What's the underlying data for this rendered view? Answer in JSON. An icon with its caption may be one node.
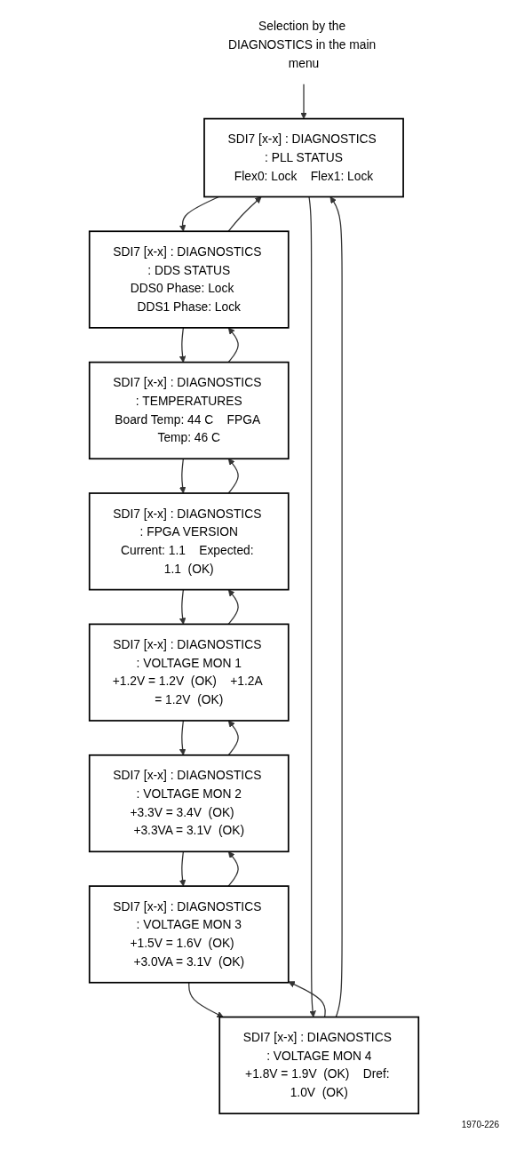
{
  "diagram": {
    "nodes": [
      {
        "text": [
          "Selection by the DIAGNOSTICS in the main menu"
        ]
      },
      {
        "text": [
          "SDI7 [x-x] : DIAGNOSTICS : PLL STATUS",
          "Flex0: Lock    Flex1: Lock"
        ]
      },
      {
        "text": [
          "SDI7 [x-x] : DIAGNOSTICS : DDS STATUS",
          "DDS0 Phase: Lock    DDS1 Phase: Lock"
        ]
      },
      {
        "text": [
          "SDI7 [x-x] : DIAGNOSTICS : TEMPERATURES",
          "Board Temp: 44 C    FPGA Temp: 46 C"
        ]
      },
      {
        "text": [
          "SDI7 [x-x] : DIAGNOSTICS : FPGA VERSION",
          "Current: 1.1    Expected: 1.1  (OK)"
        ]
      },
      {
        "text": [
          "SDI7 [x-x] : DIAGNOSTICS : VOLTAGE MON 1",
          "+1.2V = 1.2V  (OK)    +1.2A = 1.2V  (OK)"
        ]
      },
      {
        "text": [
          "SDI7 [x-x] : DIAGNOSTICS : VOLTAGE MON 2",
          "+3.3V = 3.4V  (OK)    +3.3VA = 3.1V  (OK)"
        ]
      },
      {
        "text": [
          "SDI7 [x-x] : DIAGNOSTICS : VOLTAGE MON 3",
          "+1.5V = 1.6V  (OK)    +3.0VA = 3.1V  (OK)"
        ]
      },
      {
        "text": [
          "SDI7 [x-x] : DIAGNOSTICS : VOLTAGE MON 4",
          "+1.8V = 1.9V  (OK)    Dref: 1.0V  (OK)"
        ]
      }
    ],
    "edges": [
      {
        "from": 0,
        "to": 1,
        "arrow": "to"
      },
      {
        "from": 1,
        "to": 2,
        "arrow": "to"
      },
      {
        "from": 2,
        "to": 1,
        "arrow": "to"
      },
      {
        "from": 2,
        "to": 3,
        "arrow": "to"
      },
      {
        "from": 3,
        "to": 2,
        "arrow": "to"
      },
      {
        "from": 3,
        "to": 4,
        "arrow": "to"
      },
      {
        "from": 4,
        "to": 3,
        "arrow": "to"
      },
      {
        "from": 4,
        "to": 5,
        "arrow": "to"
      },
      {
        "from": 5,
        "to": 4,
        "arrow": "to"
      },
      {
        "from": 5,
        "to": 6,
        "arrow": "to"
      },
      {
        "from": 6,
        "to": 5,
        "arrow": "to"
      },
      {
        "from": 6,
        "to": 7,
        "arrow": "to"
      },
      {
        "from": 7,
        "to": 6,
        "arrow": "to"
      },
      {
        "from": 7,
        "to": 8,
        "arrow": "to"
      },
      {
        "from": 8,
        "to": 7,
        "arrow": "to"
      },
      {
        "from": 8,
        "to": 1,
        "arrow": "to"
      },
      {
        "from": 1,
        "to": 8,
        "arrow": "to"
      }
    ],
    "labels": [
      "1970-226"
    ]
  }
}
